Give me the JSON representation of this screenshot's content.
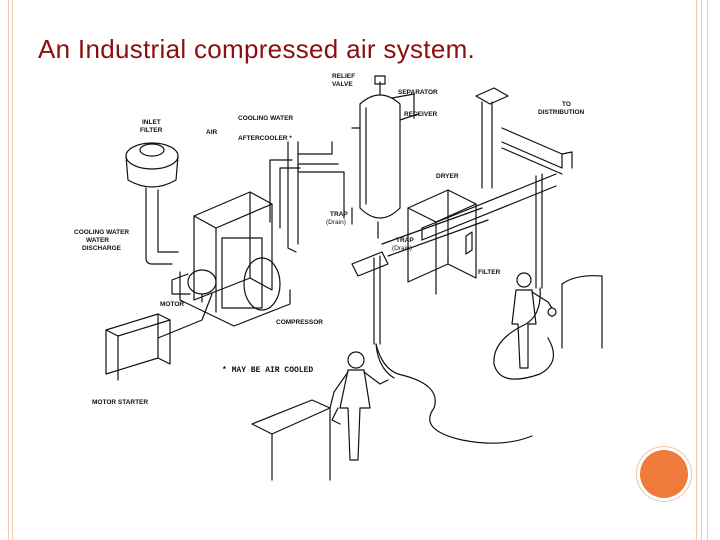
{
  "slide": {
    "title": "An Industrial compressed air system."
  },
  "diagram": {
    "labels": {
      "relief_valve_1": "RELIEF",
      "relief_valve_2": "VALVE",
      "separator": "SEPARATOR",
      "to_distribution_1": "TO",
      "to_distribution_2": "DISTRIBUTION",
      "cooling_water": "COOLING WATER",
      "receiver": "RECEIVER",
      "inlet_filter_1": "INLET",
      "inlet_filter_2": "FILTER",
      "air": "AIR",
      "aftercooler": "AFTERCOOLER *",
      "dryer": "DRYER",
      "cooling_water_discharge_1": "COOLING WATER",
      "cooling_water_discharge_2": "WATER",
      "cooling_water_discharge_3": "DISCHARGE",
      "trap_drain_1": "TRAP",
      "trap_drain_2": "(Drain)",
      "trap_drain_b_1": "TRAP",
      "trap_drain_b_2": "(Drain)",
      "filter": "FILTER",
      "motor": "MOTOR",
      "compressor": "COMPRESSOR",
      "note": "* MAY BE AIR COOLED",
      "motor_starter": "MOTOR STARTER"
    }
  }
}
